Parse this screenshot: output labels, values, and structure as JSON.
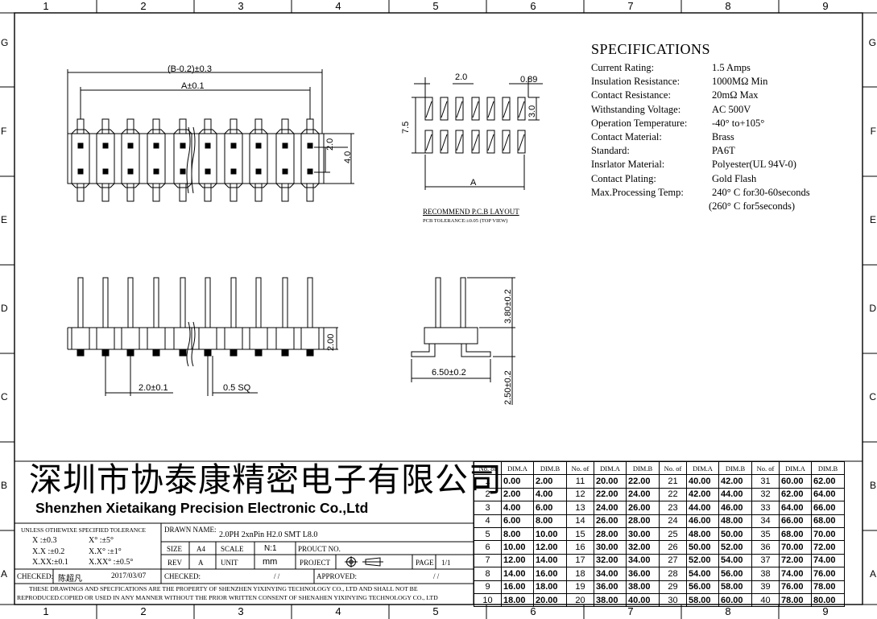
{
  "zones": {
    "columns": [
      "1",
      "2",
      "3",
      "4",
      "5",
      "6",
      "7",
      "8",
      "9"
    ],
    "rows": [
      "G",
      "F",
      "E",
      "D",
      "C",
      "B",
      "A"
    ]
  },
  "drawing": {
    "top_view": {
      "overall_dim": "(B-0.2)±0.3",
      "inner_dim": "A±0.1",
      "row_pitch": "2.0",
      "height": "4.0"
    },
    "pcb_layout": {
      "pitch": "2.0",
      "pad_width": "0.89",
      "pad_length": "3.0",
      "row_span": "7.5",
      "span_label": "A",
      "title": "RECOMMEND P.C.B LAYOUT",
      "tolerance": "PCB TOLERANCE:±0.05 (TOP VIEW)"
    },
    "front_view": {
      "pitch": "2.0±0.1",
      "pin_size": "0.5 SQ",
      "body_height": "2.00"
    },
    "side_view": {
      "pin_height": "3.80±0.2",
      "foot_width": "6.50±0.2",
      "bottom_height": "2.50±0.2"
    }
  },
  "specifications": {
    "title": "SPECIFICATIONS",
    "items": [
      {
        "key": "Current Rating:",
        "value": "1.5 Amps"
      },
      {
        "key": "Insulation Resistance:",
        "value": "1000MΩ  Min"
      },
      {
        "key": "Contact Resistance:",
        "value": "20mΩ  Max"
      },
      {
        "key": "Withstanding Voltage:",
        "value": "AC 500V"
      },
      {
        "key": "Operation Temperature:",
        "value": "-40° to+105°"
      },
      {
        "key": "Contact Material:",
        "value": "Brass"
      },
      {
        "key": "Standard:",
        "value": "PA6T"
      },
      {
        "key": "Insrlator Material:",
        "value": "Polyester(UL 94V-0)"
      },
      {
        "key": "Contact Plating:",
        "value": "Gold Flash"
      },
      {
        "key": "Max.Processing Temp:",
        "value": "240° C for30-60seconds"
      },
      {
        "key": "",
        "value": "(260° C for5seconds)"
      }
    ]
  },
  "company": {
    "name_cn": "深圳市协泰康精密电子有限公司",
    "name_en": "Shenzhen Xietaikang Precision Electronic Co.,Ltd"
  },
  "title_block": {
    "tolerance_title": "UNLESS OTHEWIXE SPECIFIED TOLERANCE",
    "tol_rows": [
      {
        "a": "X    :±0.3",
        "b": "X°    :±5°"
      },
      {
        "a": "X.X  :±0.2",
        "b": "X.X°  :±1°"
      },
      {
        "a": "X.XX:±0.1",
        "b": "X.XX° :±0.5°"
      }
    ],
    "drawn_name_label": "DRAWN NAME:",
    "drawn_name": "2.0PH 2xnPin H2.0 SMT L8.0",
    "size_label": "SIZE",
    "size": "A4",
    "scale_label": "SCALE",
    "scale": "N:1",
    "product_no_label": "PROUCT NO.",
    "rev_label": "REV",
    "rev": "A",
    "unit_label": "UNIT",
    "unit": "mm",
    "project_label": "PROJECT",
    "page_label": "PAGE",
    "page": "1/1",
    "checked_label": "CHECKED:",
    "checked_by": "陈超凡",
    "checked_date": "2017/03/07",
    "checked2_label": "CHECKED:",
    "checked2_date": "/   /",
    "approved_label": "APPROVED:",
    "approved_date": "/   /",
    "notice_1": "THESE DRAWINGS AND SPECFICATIONS ARE THE PROPERTY OF SHENZHEN YIXINYING TECHNOLOGY CO., LTD AND SHALL NOT BE",
    "notice_2": "REPRODUCED.COPIED OR USED IN ANY MANNER WITHOUT THE PRIOR WRITTEN CONSENT OF SHENAHEN YIXINYING TECHNOLOGY CO., LTD"
  },
  "chart_data": {
    "type": "table",
    "headers": [
      "No. of",
      "DIM.A",
      "DIM.B"
    ],
    "rows": [
      [
        1,
        "0.00",
        "2.00"
      ],
      [
        2,
        "2.00",
        "4.00"
      ],
      [
        3,
        "4.00",
        "6.00"
      ],
      [
        4,
        "6.00",
        "8.00"
      ],
      [
        5,
        "8.00",
        "10.00"
      ],
      [
        6,
        "10.00",
        "12.00"
      ],
      [
        7,
        "12.00",
        "14.00"
      ],
      [
        8,
        "14.00",
        "16.00"
      ],
      [
        9,
        "16.00",
        "18.00"
      ],
      [
        10,
        "18.00",
        "20.00"
      ],
      [
        11,
        "20.00",
        "22.00"
      ],
      [
        12,
        "22.00",
        "24.00"
      ],
      [
        13,
        "24.00",
        "26.00"
      ],
      [
        14,
        "26.00",
        "28.00"
      ],
      [
        15,
        "28.00",
        "30.00"
      ],
      [
        16,
        "30.00",
        "32.00"
      ],
      [
        17,
        "32.00",
        "34.00"
      ],
      [
        18,
        "34.00",
        "36.00"
      ],
      [
        19,
        "36.00",
        "38.00"
      ],
      [
        20,
        "38.00",
        "40.00"
      ],
      [
        21,
        "40.00",
        "42.00"
      ],
      [
        22,
        "42.00",
        "44.00"
      ],
      [
        23,
        "44.00",
        "46.00"
      ],
      [
        24,
        "46.00",
        "48.00"
      ],
      [
        25,
        "48.00",
        "50.00"
      ],
      [
        26,
        "50.00",
        "52.00"
      ],
      [
        27,
        "52.00",
        "54.00"
      ],
      [
        28,
        "54.00",
        "56.00"
      ],
      [
        29,
        "56.00",
        "58.00"
      ],
      [
        30,
        "58.00",
        "60.00"
      ],
      [
        31,
        "60.00",
        "62.00"
      ],
      [
        32,
        "62.00",
        "64.00"
      ],
      [
        33,
        "64.00",
        "66.00"
      ],
      [
        34,
        "66.00",
        "68.00"
      ],
      [
        35,
        "68.00",
        "70.00"
      ],
      [
        36,
        "70.00",
        "72.00"
      ],
      [
        37,
        "72.00",
        "74.00"
      ],
      [
        38,
        "74.00",
        "76.00"
      ],
      [
        39,
        "76.00",
        "78.00"
      ],
      [
        40,
        "78.00",
        "80.00"
      ]
    ]
  }
}
